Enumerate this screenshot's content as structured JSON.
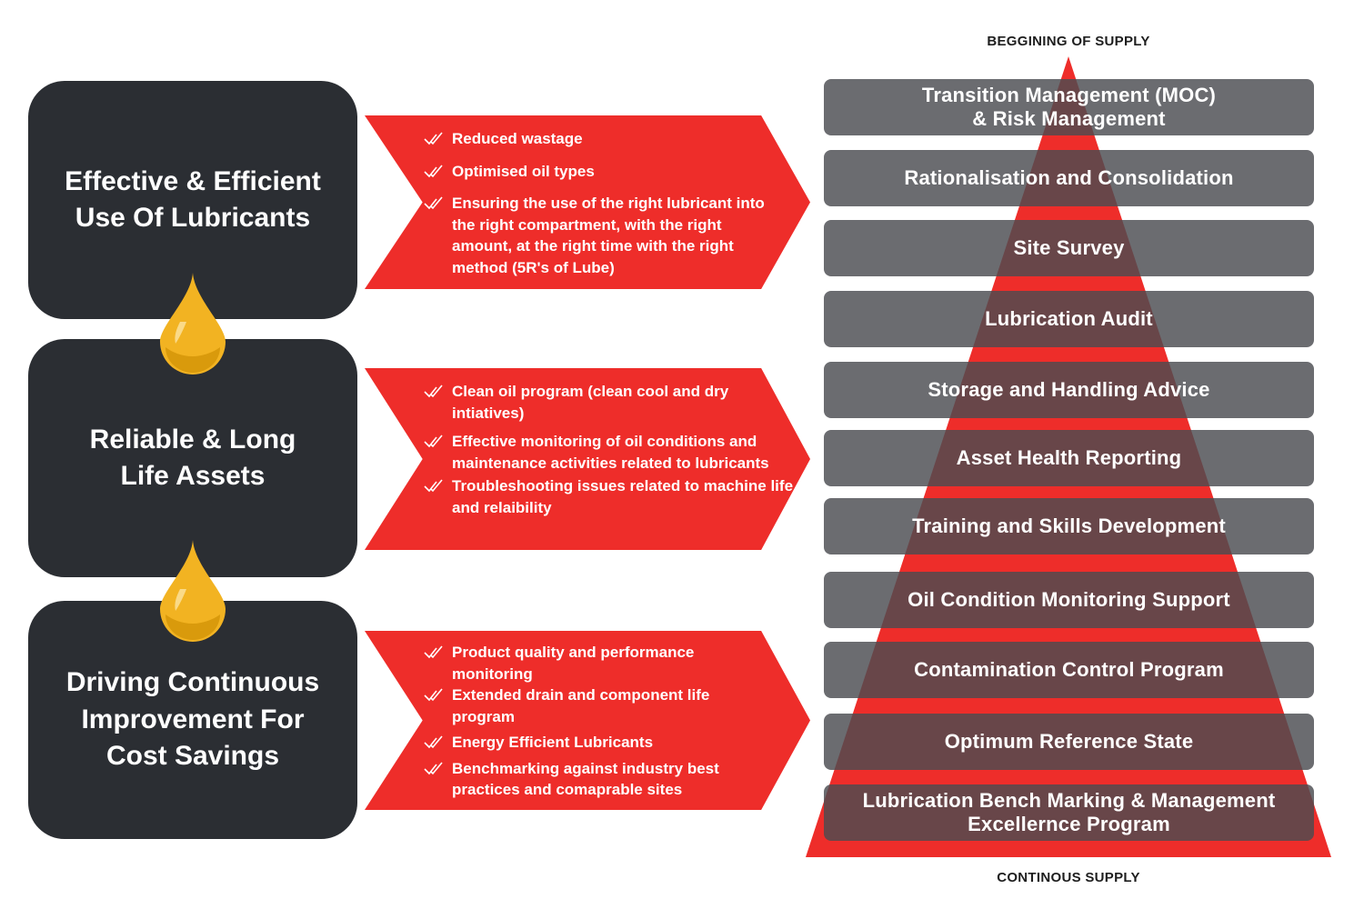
{
  "left_boxes": [
    {
      "title": "Effective & Efficient\nUse Of Lubricants"
    },
    {
      "title": "Reliable & Long\nLife Assets"
    },
    {
      "title": "Driving Continuous\nImprovement For\nCost Savings"
    }
  ],
  "arrows": [
    {
      "items": [
        "Reduced wastage",
        "Optimised oil types",
        "Ensuring the use of the right lubricant into the right compartment, with the right amount, at the right time with the right method (5R's of Lube)"
      ]
    },
    {
      "items": [
        "Clean oil program (clean cool and dry intiatives)",
        "Effective monitoring of oil conditions and maintenance activities related to lubricants",
        "Troubleshooting issues related to machine life and relaibility"
      ]
    },
    {
      "items": [
        "Product quality and performance monitoring",
        "Extended drain and component life program",
        "Energy Efficient Lubricants",
        "Benchmarking against industry best practices and comaprable sites"
      ]
    }
  ],
  "pyramid": {
    "top_label": "BEGGINING OF SUPPLY",
    "bottom_label": "CONTINOUS SUPPLY",
    "tiers": [
      "Transition Management (MOC)\n& Risk Management",
      "Rationalisation and Consolidation",
      "Site Survey",
      "Lubrication Audit",
      "Storage and Handling Advice",
      "Asset Health Reporting",
      "Training and Skills Development",
      "Oil Condition Monitoring Support",
      "Contamination Control Program",
      "Optimum Reference State",
      "Lubrication Bench Marking & Management\nExcellernce Program"
    ]
  },
  "colors": {
    "dark_box": "#2b2e33",
    "arrow_red": "#ee2d2a",
    "pyramid_red": "#ee2d2a",
    "tier_gray": "#6b6d71",
    "drop_gold": "#f2b322"
  },
  "icons": [
    "check-icon",
    "oil-drop-icon"
  ]
}
